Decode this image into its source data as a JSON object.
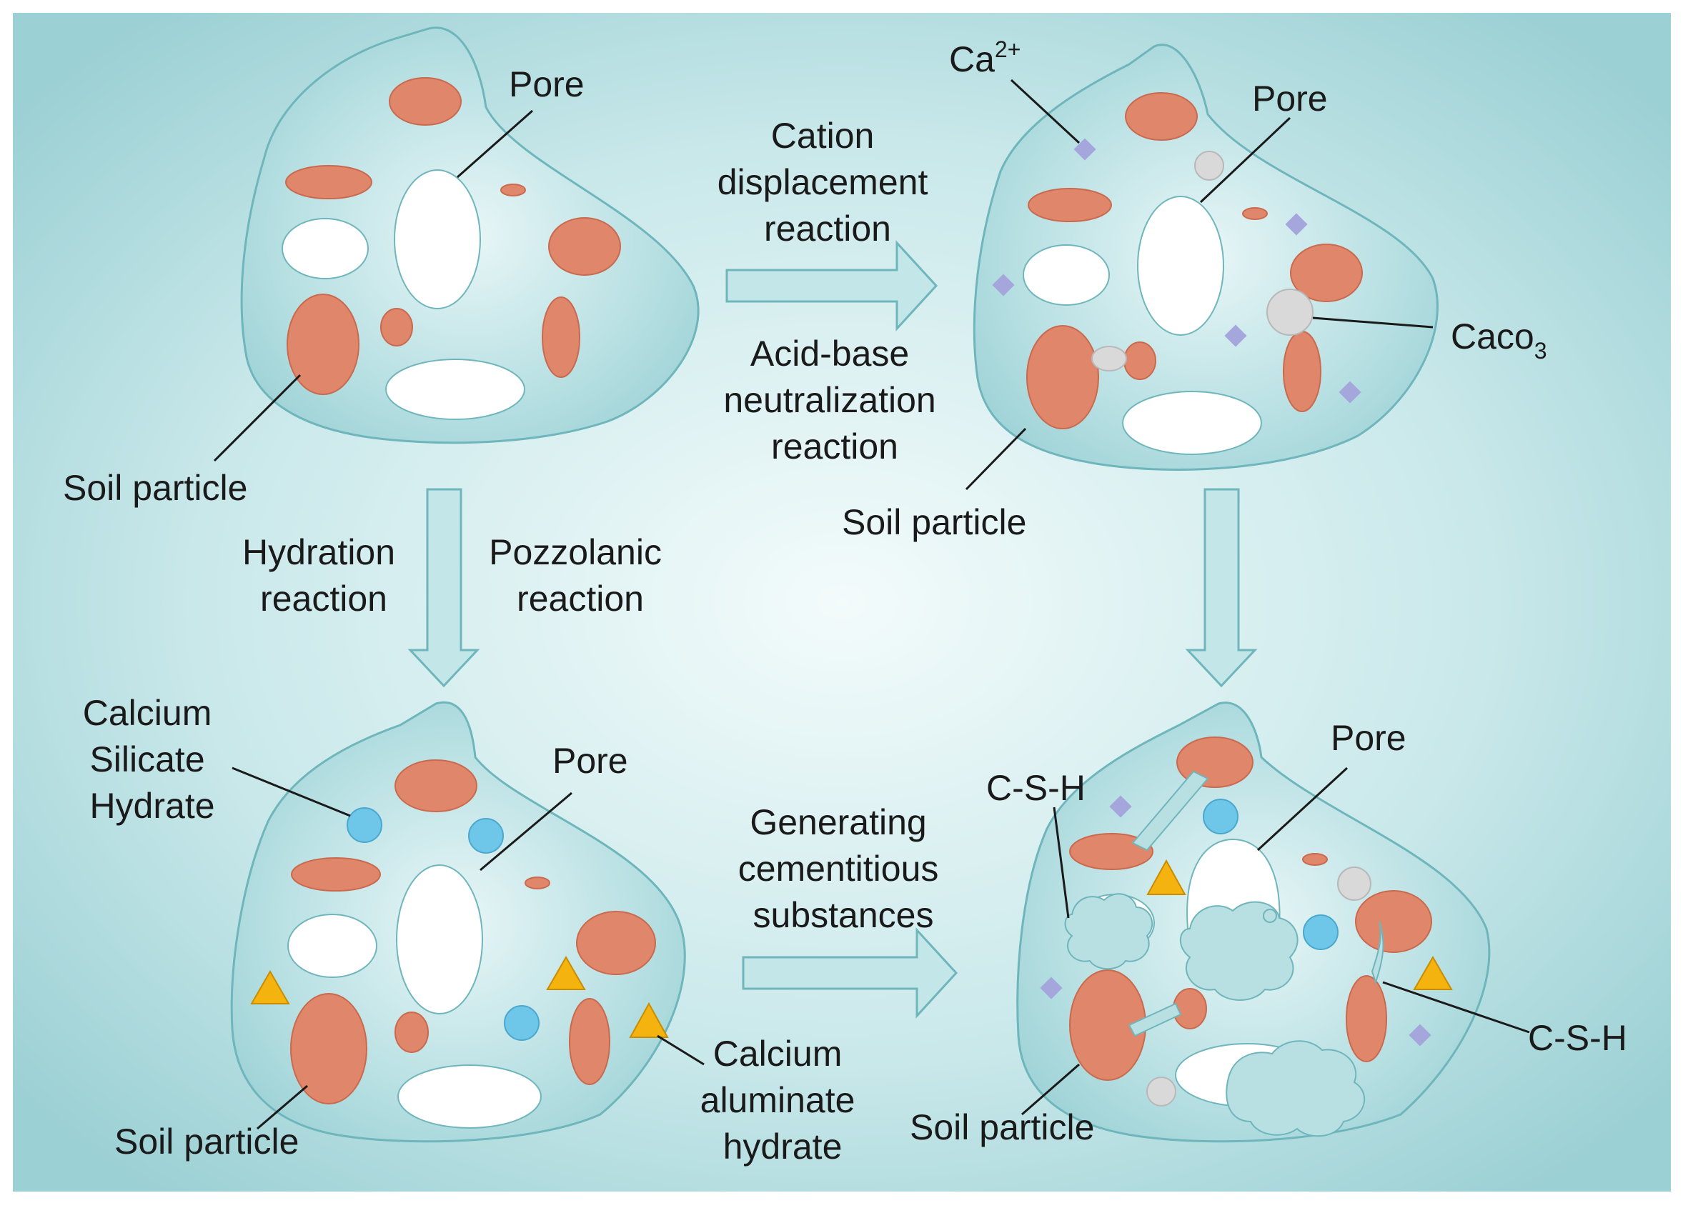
{
  "labels": {
    "tl_pore": "Pore",
    "tl_soil": "Soil particle",
    "tr_ca_base": "Ca",
    "tr_ca_sup": "2+",
    "tr_pore": "Pore",
    "tr_caco3_base": "Caco",
    "tr_caco3_sub": "3",
    "tr_soil": "Soil particle",
    "bl_csh_lines": [
      "Calcium",
      "Silicate",
      "Hydrate"
    ],
    "bl_pore": "Pore",
    "bl_soil": "Soil particle",
    "bl_cah_lines": [
      "Calcium",
      "aluminate",
      "hydrate"
    ],
    "br_csh_top": "C-S-H",
    "br_pore": "Pore",
    "br_csh_right": "C-S-H",
    "br_soil": "Soil particle"
  },
  "arrows": {
    "top_above": [
      "Cation",
      "displacement",
      "reaction"
    ],
    "top_below": [
      "Acid-base",
      "neutralization",
      "reaction"
    ],
    "left_left": [
      "Hydration",
      "reaction"
    ],
    "left_right": [
      "Pozzolanic",
      "reaction"
    ],
    "bottom_above": [
      "Generating",
      "cementitious",
      "substances"
    ]
  },
  "colors": {
    "background_center": "#eef8f9",
    "background_edge": "#9fd2d6",
    "blob_fill": "#a9d8dc",
    "blob_stroke": "#6fb6bc",
    "soil_particle": "#e0866a",
    "pore": "#ffffff",
    "ca_ion": "#a4a6dc",
    "caco3": "#d9d9d9",
    "calcium_silicate_hydrate": "#6ec6e8",
    "calcium_aluminate_hydrate": "#f4b30e",
    "csh_gel": "#b8dfe2"
  }
}
